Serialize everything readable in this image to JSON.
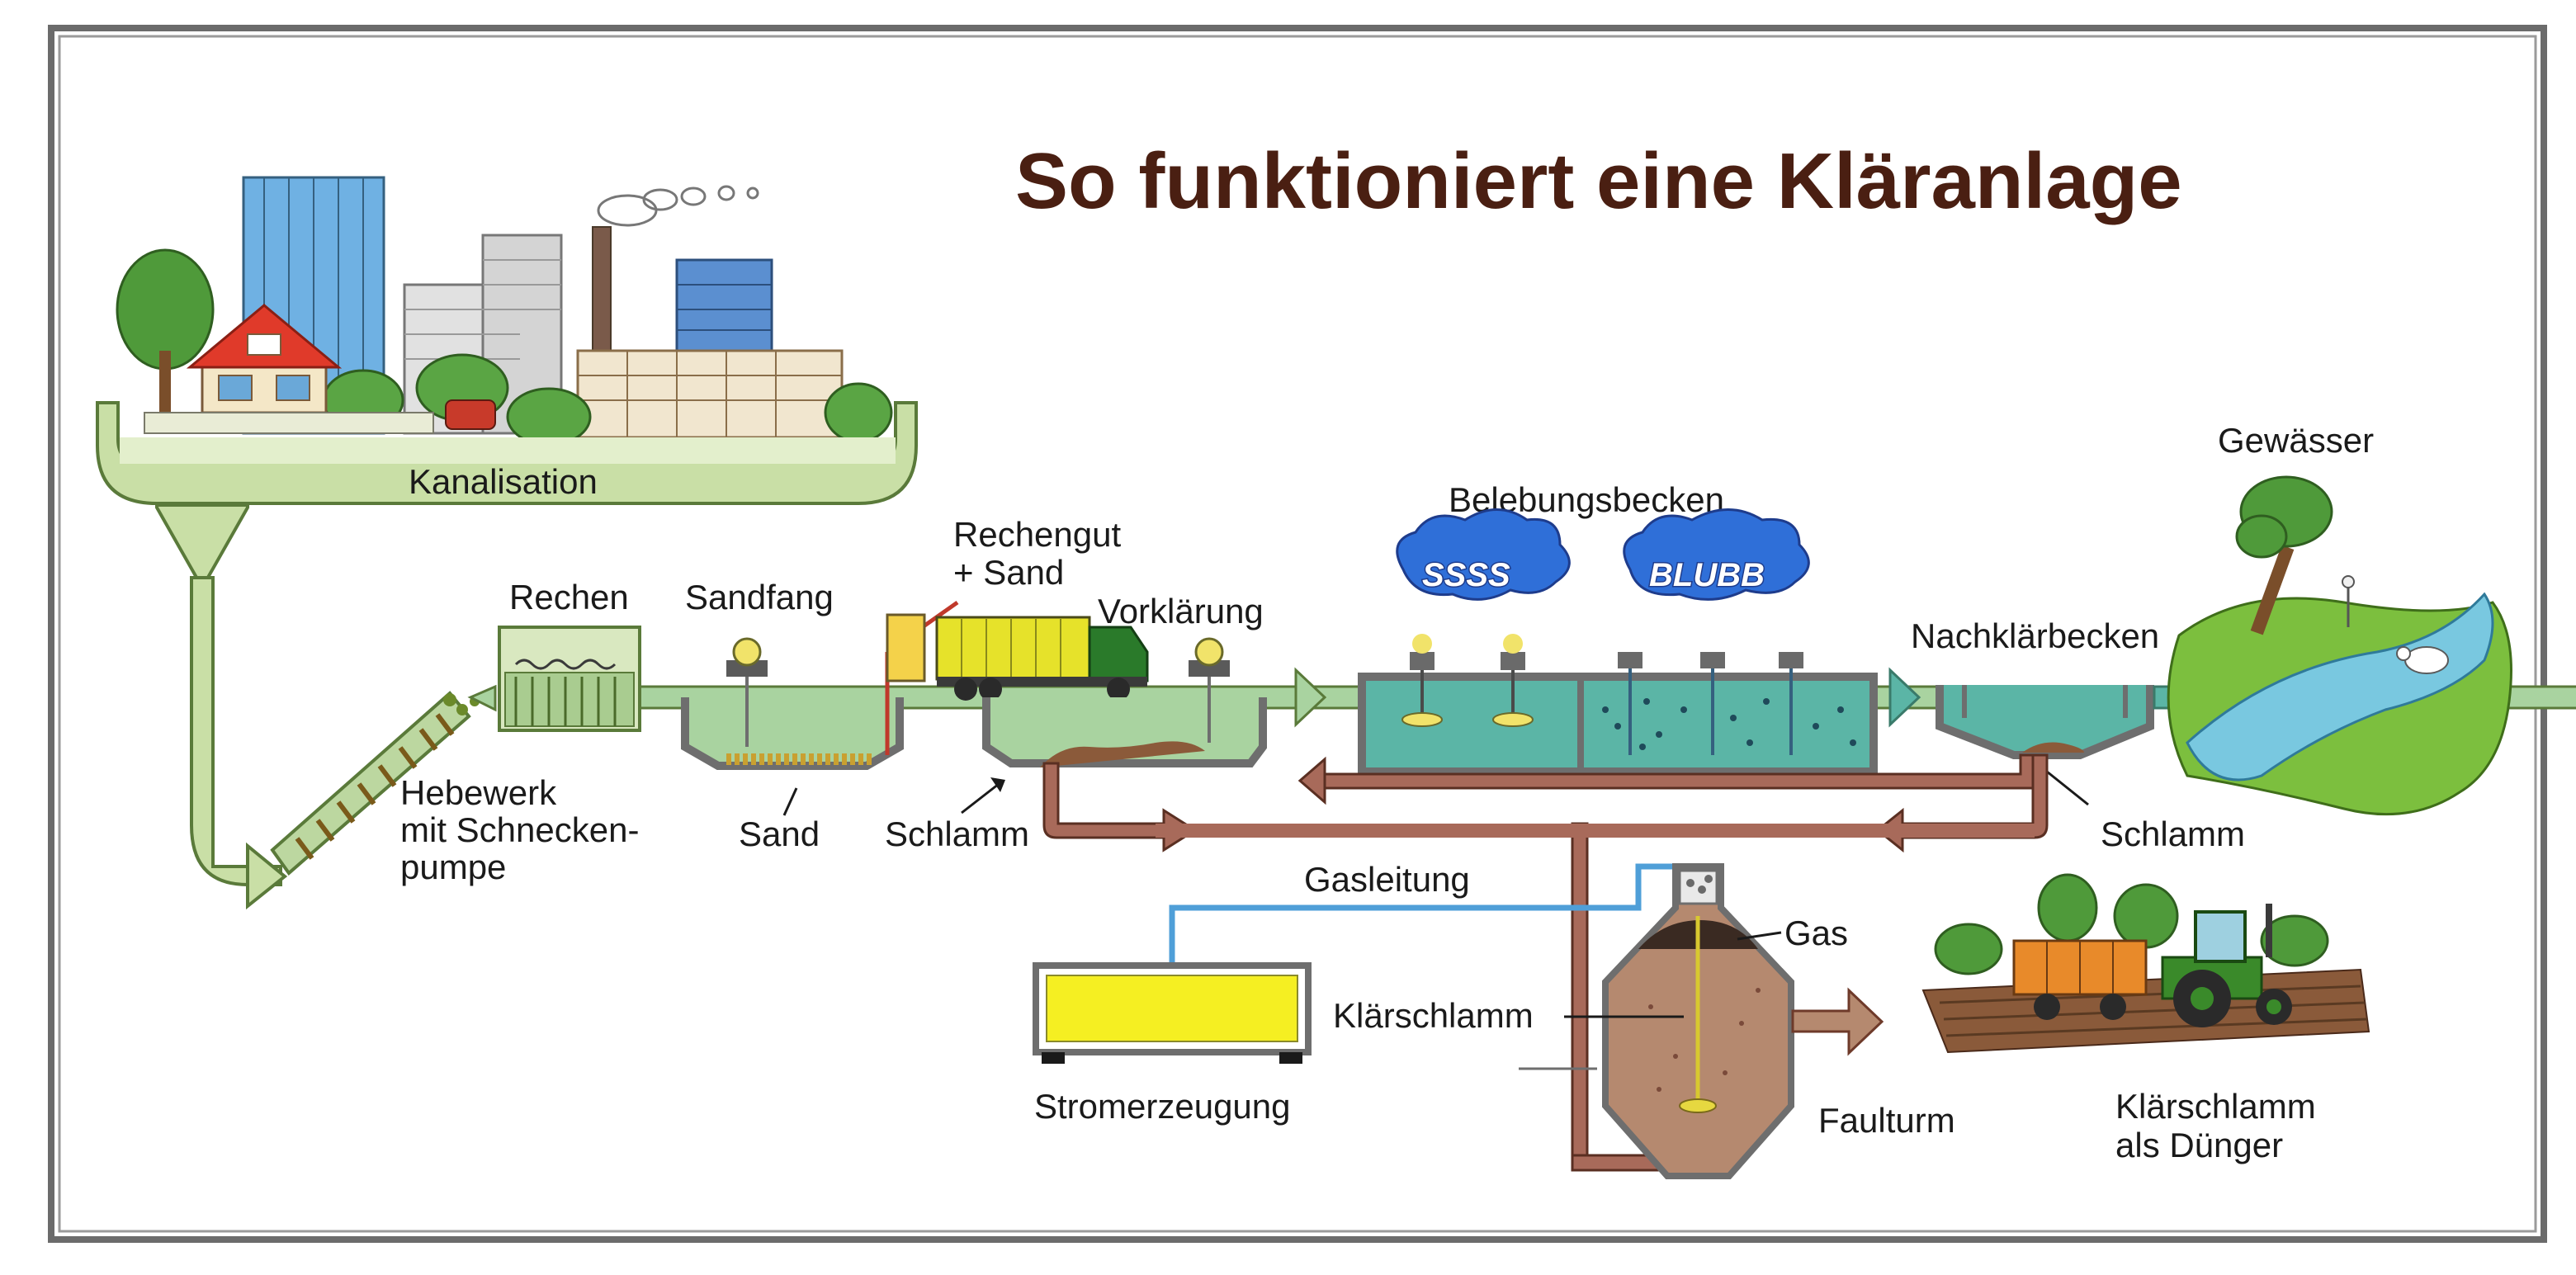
{
  "title": "So funktioniert eine Kläranlage",
  "labels": {
    "kanalisation": "Kanalisation",
    "hebewerk_1": "Hebewerk",
    "hebewerk_2": "mit Schnecken-",
    "hebewerk_3": "pumpe",
    "rechen": "Rechen",
    "sandfang": "Sandfang",
    "rechengut_1": "Rechengut",
    "rechengut_2": "+ Sand",
    "vorklaerung": "Vorklärung",
    "sand": "Sand",
    "schlamm_1": "Schlamm",
    "belebungsbecken": "Belebungsbecken",
    "nachklaerbecken": "Nachklärbecken",
    "gewaesser": "Gewässer",
    "schlamm_2": "Schlamm",
    "gasleitung": "Gasleitung",
    "gas": "Gas",
    "klaerschlamm": "Klärschlamm",
    "stromerzeugung": "Stromerzeugung",
    "faulturm": "Faulturm",
    "duenger_1": "Klärschlamm",
    "duenger_2": "als Dünger"
  },
  "clouds": {
    "left": "SSSS",
    "right": "BLUBB"
  },
  "colors": {
    "frame": "#6b6b6b",
    "title": "#4a1f12",
    "sewer_pipe": "#c9dfa6",
    "sewer_outline": "#5a7a3a",
    "water": "#a9d3a0",
    "water_dark": "#3f9e86",
    "basin_teal": "#5bb5a6",
    "sludge_pipe": "#a86a5a",
    "gas_pipe": "#4f9fd8",
    "digester": "#b5896f",
    "power_box": "#f5ef22",
    "river": "#79c8e0",
    "cloud": "#2f6fd8"
  }
}
